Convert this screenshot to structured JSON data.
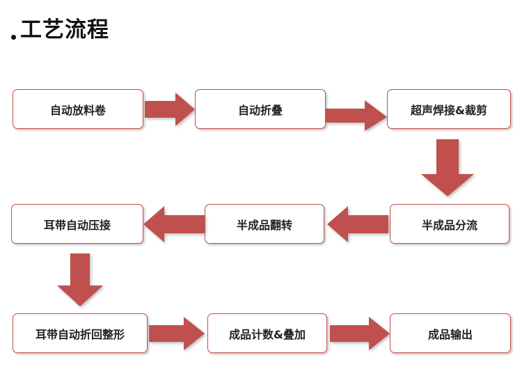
{
  "title": {
    "text": "工艺流程",
    "bullet": "•"
  },
  "colors": {
    "box_border": "#c0504d",
    "arrow_fill": "#c0504d",
    "text": "#222222",
    "background": "#ffffff"
  },
  "flow": {
    "steps": [
      {
        "id": "step-1",
        "label": "自动放料卷"
      },
      {
        "id": "step-2",
        "label": "自动折叠"
      },
      {
        "id": "step-3",
        "label": "超声焊接&裁剪"
      },
      {
        "id": "step-4",
        "label": "半成品分流"
      },
      {
        "id": "step-5",
        "label": "半成品翻转"
      },
      {
        "id": "step-6",
        "label": "耳带自动压接"
      },
      {
        "id": "step-7",
        "label": "耳带自动折回整形"
      },
      {
        "id": "step-8",
        "label": "成品计数&叠加"
      },
      {
        "id": "step-9",
        "label": "成品输出"
      }
    ],
    "connectors": [
      {
        "id": "arrow-1",
        "from": "step-1",
        "to": "step-2",
        "direction": "right"
      },
      {
        "id": "arrow-2",
        "from": "step-2",
        "to": "step-3",
        "direction": "right"
      },
      {
        "id": "arrow-3",
        "from": "step-3",
        "to": "step-4",
        "direction": "down"
      },
      {
        "id": "arrow-4",
        "from": "step-4",
        "to": "step-5",
        "direction": "left"
      },
      {
        "id": "arrow-5",
        "from": "step-5",
        "to": "step-6",
        "direction": "left"
      },
      {
        "id": "arrow-6",
        "from": "step-6",
        "to": "step-7",
        "direction": "down"
      },
      {
        "id": "arrow-7",
        "from": "step-7",
        "to": "step-8",
        "direction": "right"
      },
      {
        "id": "arrow-8",
        "from": "step-8",
        "to": "step-9",
        "direction": "right"
      }
    ]
  }
}
